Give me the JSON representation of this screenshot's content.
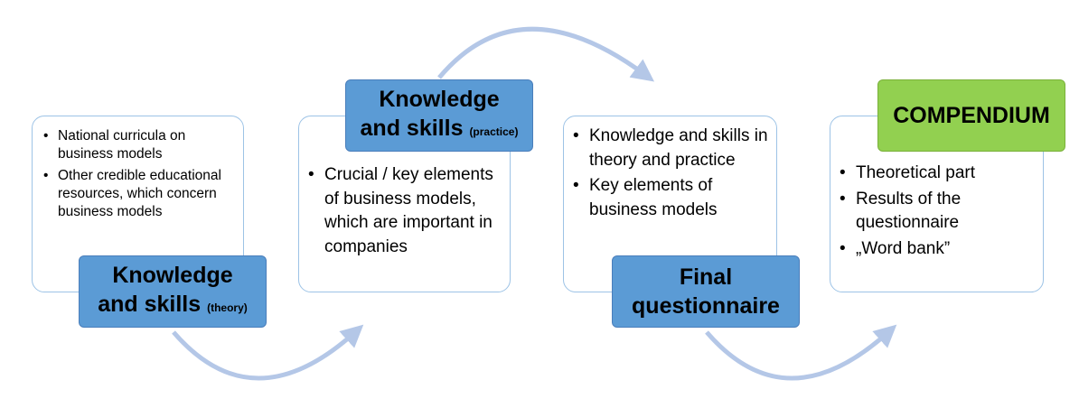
{
  "steps": [
    {
      "head_line1": "Knowledge",
      "head_line2": "and skills",
      "head_small": "(theory)",
      "items": [
        "National curricula on business models",
        "Other credible educational resources, which concern business models"
      ]
    },
    {
      "head_line1": "Knowledge",
      "head_line2": "and skills",
      "head_small": "(practice)",
      "items": [
        "Crucial / key elements of business models, which are important in companies"
      ]
    },
    {
      "head_line1": "Final",
      "head_line2": "questionnaire",
      "items": [
        "Knowledge and skills in theory and practice",
        "Key elements of business models"
      ]
    },
    {
      "head_line1": "COMPENDIUM",
      "items": [
        "Theoretical part",
        "Results of the questionnaire",
        "„Word bank”"
      ]
    }
  ],
  "colors": {
    "head_blue": "#5b9bd5",
    "head_green": "#92d050",
    "card_border": "#9dc3e6",
    "arrow": "#b4c7e7"
  }
}
